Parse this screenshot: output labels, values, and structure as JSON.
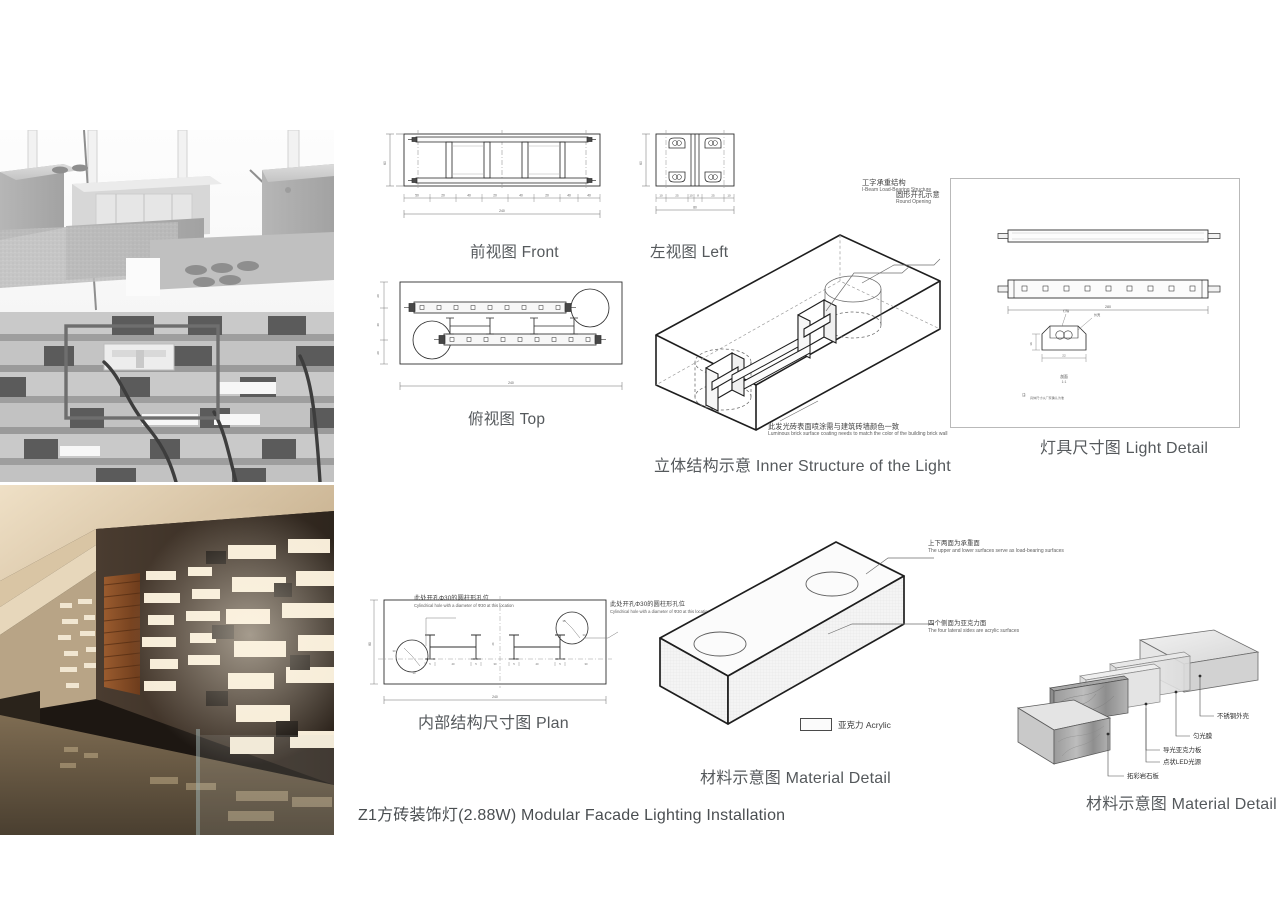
{
  "board": {
    "title": "Z1方砖装饰灯(2.88W)  Modular Facade Lighting Installation",
    "background": "#ffffff"
  },
  "photos": [
    {
      "name": "construction-photo",
      "description": "Grayscale photo of stacked concrete brick wall under construction with embedded linear light fixtures and cabling, highlight rectangle over one module",
      "tone": "grayscale"
    },
    {
      "name": "installation-photo",
      "description": "Warm-lit corridor with perforated illuminated brick facade wall and reflective stone floor",
      "tone": "warm"
    }
  ],
  "views": {
    "front": {
      "caption": "前视图 Front",
      "dim_overall": "240",
      "dim_height": "60",
      "segments": [
        "50",
        "20",
        "40",
        "20",
        "40",
        "20",
        "40",
        "20",
        "50"
      ]
    },
    "left": {
      "caption": "左视图 Left",
      "dim_overall": "80",
      "dim_height": "60",
      "segments": [
        "10",
        "25",
        "10",
        "25",
        "10"
      ]
    },
    "top": {
      "caption": "俯视图 Top",
      "dim_overall": "240",
      "dim_rows": [
        "20",
        "40",
        "20"
      ],
      "led_count": 9
    },
    "plan": {
      "caption": "内部结构尺寸图 Plan",
      "dim_overall": "240",
      "annotation": {
        "cn": "此处开孔Φ30的圆柱形孔位",
        "en": "Cylindrical hole with a diameter of Φ30 at this location"
      }
    },
    "inner_structure": {
      "caption": "立体结构示意 Inner Structure of the Light",
      "annotations": [
        {
          "cn": "工字承重结构",
          "en": "I-Beam Load-Bearing Structure"
        },
        {
          "cn": "圆形开孔示意",
          "en": "Round Opening"
        },
        {
          "cn": "此发光砖表面喷涂需与建筑砖墙颜色一致",
          "en": "Luminous brick surface coating needs to match the color of the building brick wall"
        }
      ]
    },
    "light_detail": {
      "caption": "灯具尺寸图 Light Detail",
      "dim_length": "280",
      "led_count": 9,
      "section_label": "剖面\n1:1",
      "note": "注:  具体尺寸以厂家确认为准"
    },
    "material_detail_center": {
      "caption": "材料示意图 Material Detail",
      "annotations": [
        {
          "cn": "上下两面为承重面",
          "en": "The upper and lower surfaces serve as load-bearing surfaces"
        },
        {
          "cn": "四个侧面为亚克力面",
          "en": "The four lateral sides are acrylic surfaces"
        }
      ],
      "legend": {
        "label": "亚克力 Acrylic"
      }
    },
    "material_detail_exploded": {
      "caption": "材料示意图 Material Detail",
      "layers": [
        "不锈钢外壳",
        "匀光膜",
        "导光亚克力板",
        "点状LED光源",
        "拓彩岩石板"
      ]
    }
  },
  "colors": {
    "line": "#2f2f2f",
    "thin_line": "#8c8c8c",
    "caption": "#55595c",
    "panel_border": "#b9b9b9",
    "acrylic_fill": "#f4f4f4"
  }
}
